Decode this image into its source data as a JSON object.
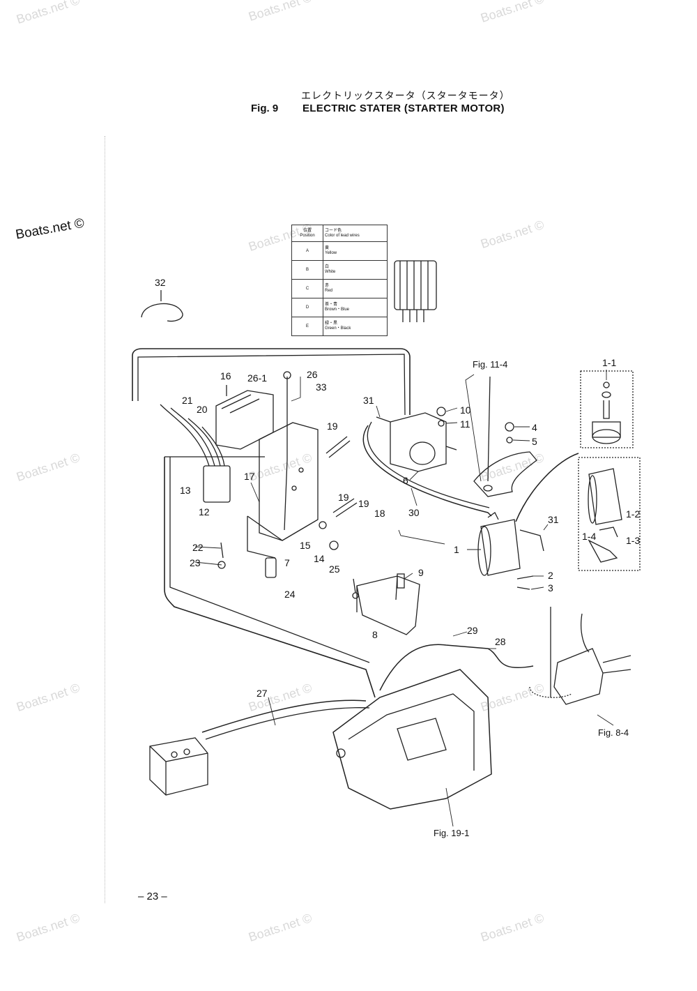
{
  "watermark": "Boats.net ©",
  "logo": "Boats.net ©",
  "figure": {
    "title_jp": "エレクトリックスタータ（スタータモータ）",
    "number": "Fig. 9",
    "title_en": "ELECTRIC STATER (STARTER MOTOR)"
  },
  "color_table": {
    "header": {
      "position_jp": "位置",
      "position_en": "Position",
      "color_jp": "コード色",
      "color_en": "Color of lead wires"
    },
    "rows": [
      {
        "position": "A",
        "jp": "黄",
        "en": "Yellow"
      },
      {
        "position": "B",
        "jp": "白",
        "en": "White"
      },
      {
        "position": "C",
        "jp": "赤",
        "en": "Red"
      },
      {
        "position": "D",
        "jp": "茶・青",
        "en": "Brown・Blue"
      },
      {
        "position": "E",
        "jp": "緑・黒",
        "en": "Green・Black"
      }
    ]
  },
  "callouts": [
    "32",
    "16",
    "26-1",
    "26",
    "21",
    "20",
    "33",
    "31",
    "10",
    "11",
    "4",
    "5",
    "1-1",
    "19",
    "13",
    "17",
    "12",
    "6",
    "30",
    "19",
    "19",
    "18",
    "1",
    "31",
    "1-2",
    "1-4",
    "1-3",
    "22",
    "23",
    "7",
    "15",
    "14",
    "25",
    "9",
    "2",
    "3",
    "24",
    "8",
    "29",
    "28",
    "27"
  ],
  "references": [
    "Fig. 11-4",
    "Fig. 8-4",
    "Fig. 19-1"
  ],
  "page_number": "– 23 –"
}
